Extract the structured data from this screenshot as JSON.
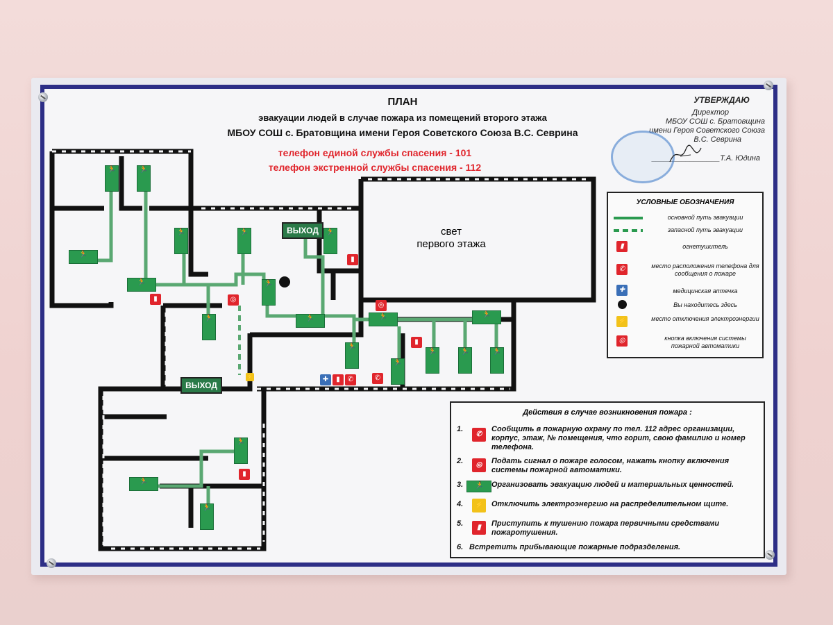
{
  "plan": {
    "title": "ПЛАН",
    "subtitle_1": "эвакуации людей в случае пожара из помещений второго этажа",
    "subtitle_2": "МБОУ СОШ с. Братовщина имени Героя Советского Союза В.С. Севрина",
    "phone_1": "телефон единой службы спасения -  101",
    "phone_2": "телефон экстренной службы спасения - 112",
    "first_floor_light": "свет\nпервого этажа",
    "exit_label": "ВЫХОД"
  },
  "approval": {
    "heading": "УТВЕРЖДАЮ",
    "line_1": "Директор",
    "line_2": "МБОУ СОШ с. Братовщина",
    "line_3": "имени Героя Советского Союза",
    "line_4": "В.С. Севрина",
    "signature_line": "________________Т.А. Юдина"
  },
  "legend": {
    "title": "УСЛОВНЫЕ ОБОЗНАЧЕНИЯ",
    "items": [
      {
        "label": "основной путь эвакуации",
        "icon": "solid-green-line"
      },
      {
        "label": "запасной путь эвакуации",
        "icon": "dashed-green-line"
      },
      {
        "label": "огнетушитель",
        "icon": "extinguisher-icon"
      },
      {
        "label": "место расположения телефона для сообщения о пожаре",
        "icon": "phone-icon"
      },
      {
        "label": "медицинская аптечка",
        "icon": "first-aid-icon"
      },
      {
        "label": "Вы находитесь здесь",
        "icon": "you-are-here-dot"
      },
      {
        "label": "место отключения электроэнергии",
        "icon": "electric-warning-icon"
      },
      {
        "label": "кнопка включения системы пожарной автоматики",
        "icon": "fire-alarm-button-icon"
      }
    ]
  },
  "actions": {
    "title": "Действия в случае возникновения пожара :",
    "items": [
      {
        "num": "1.",
        "text": "Сообщить в пожарную охрану по тел. 112 адрес организации, корпус, этаж, № помещения, что горит, свою фамилию и номер телефона."
      },
      {
        "num": "2.",
        "text": "Подать сигнал о пожаре голосом, нажать кнопку включения системы пожарной автоматики."
      },
      {
        "num": "3.",
        "text": "Организовать эвакуацию людей и материальных ценностей."
      },
      {
        "num": "4.",
        "text": "Отключить электроэнергию на распределительном щите."
      },
      {
        "num": "5.",
        "text": "Приступить к тушению пожара первичными средствами пожаротушения."
      },
      {
        "num": "6.",
        "text": "Встретить прибывающие пожарные подразделения."
      }
    ]
  },
  "colors": {
    "frame": "#2d2e86",
    "red": "#e0252c",
    "green": "#2a9a4f",
    "wall": "#111111"
  }
}
